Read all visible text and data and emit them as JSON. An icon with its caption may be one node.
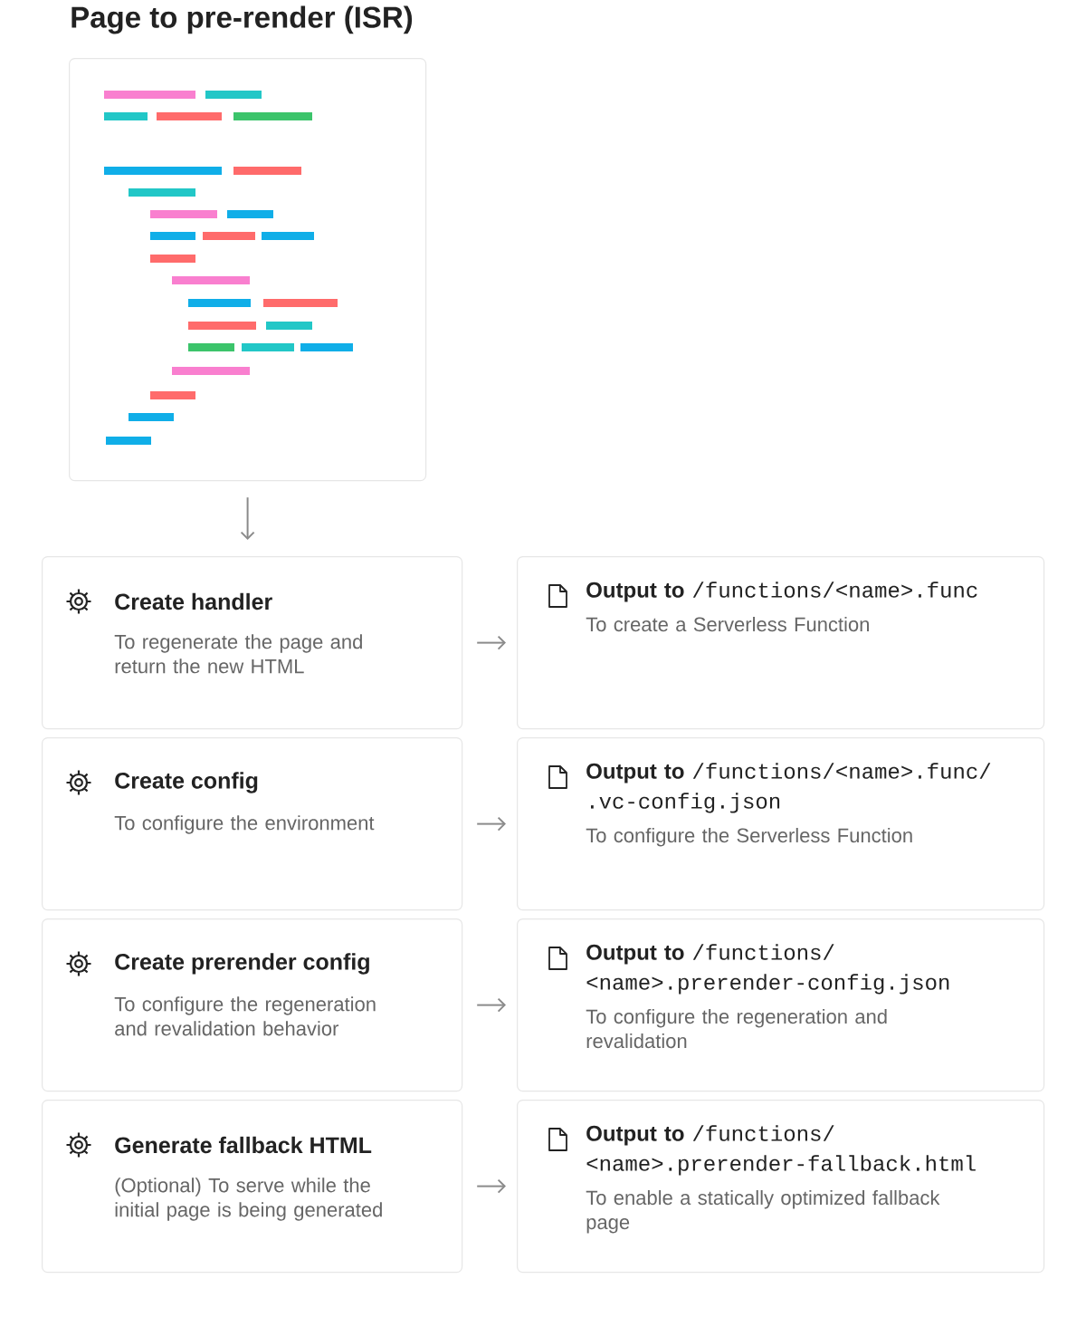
{
  "diagram": {
    "nodes": [
      {
        "text": [
          "Page to pre-render (ISR)"
        ]
      },
      {
        "text": [
          "Create handler",
          "To regenerate the page and return the new HTML"
        ]
      },
      {
        "text": [
          "Create config",
          "To configure the environment"
        ]
      },
      {
        "text": [
          "Create prerender config",
          "To configure the regeneration and revalidation behavior"
        ]
      },
      {
        "text": [
          "Generate fallback HTML",
          "(Optional) To serve while the initial page is being generated"
        ]
      },
      {
        "text": [
          "Output to",
          "/functions/<name>.func",
          "To create a Serverless Function"
        ]
      },
      {
        "text": [
          "Output to",
          "/functions/<name>.func/.vc-config.json",
          "To configure the Serverless Function"
        ]
      },
      {
        "text": [
          "Output to",
          "/functions/<name>.prerender-config.json",
          "To configure the regeneration and revalidation"
        ]
      },
      {
        "text": [
          "Output to",
          "/functions/<name>.prerender-fallback.html",
          "To enable a statically optimized fallback page"
        ]
      }
    ],
    "edges": [
      {
        "from": 0,
        "to": 1,
        "arrow": "to"
      },
      {
        "from": 1,
        "to": 5,
        "arrow": "to"
      },
      {
        "from": 2,
        "to": 6,
        "arrow": "to"
      },
      {
        "from": 3,
        "to": 7,
        "arrow": "to"
      },
      {
        "from": 4,
        "to": 8,
        "arrow": "to"
      }
    ]
  }
}
